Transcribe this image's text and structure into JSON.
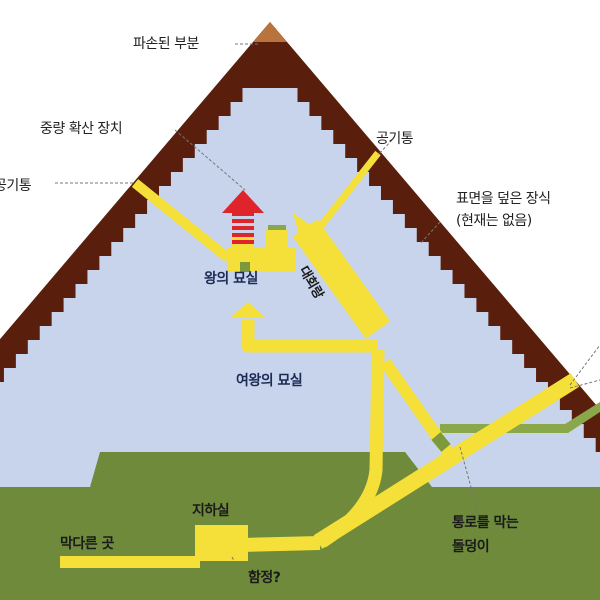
{
  "labels": {
    "damaged_part": "파손된 부분",
    "relieving_chambers": "중량 확산 장치",
    "air_shaft_left": "공기통",
    "air_shaft_right": "공기통",
    "casing_line1": "표면을 덮은 장식",
    "casing_line2": "(현재는 없음)",
    "kings_chamber": "왕의 묘실",
    "grand_gallery": "대회랑",
    "queens_chamber": "여왕의 묘실",
    "subterranean_chamber": "지하실",
    "dead_end": "막다른 곳",
    "pit": "함정?",
    "plug_line1": "통로를 막는",
    "plug_line2": "돌덩이"
  },
  "colors": {
    "casing": "#5a1e0c",
    "interior": "#c8d4ec",
    "ground": "#6e8a3a",
    "passage": "#f5e03a",
    "relieving": "#e0242c",
    "damaged": "#b9733c"
  }
}
